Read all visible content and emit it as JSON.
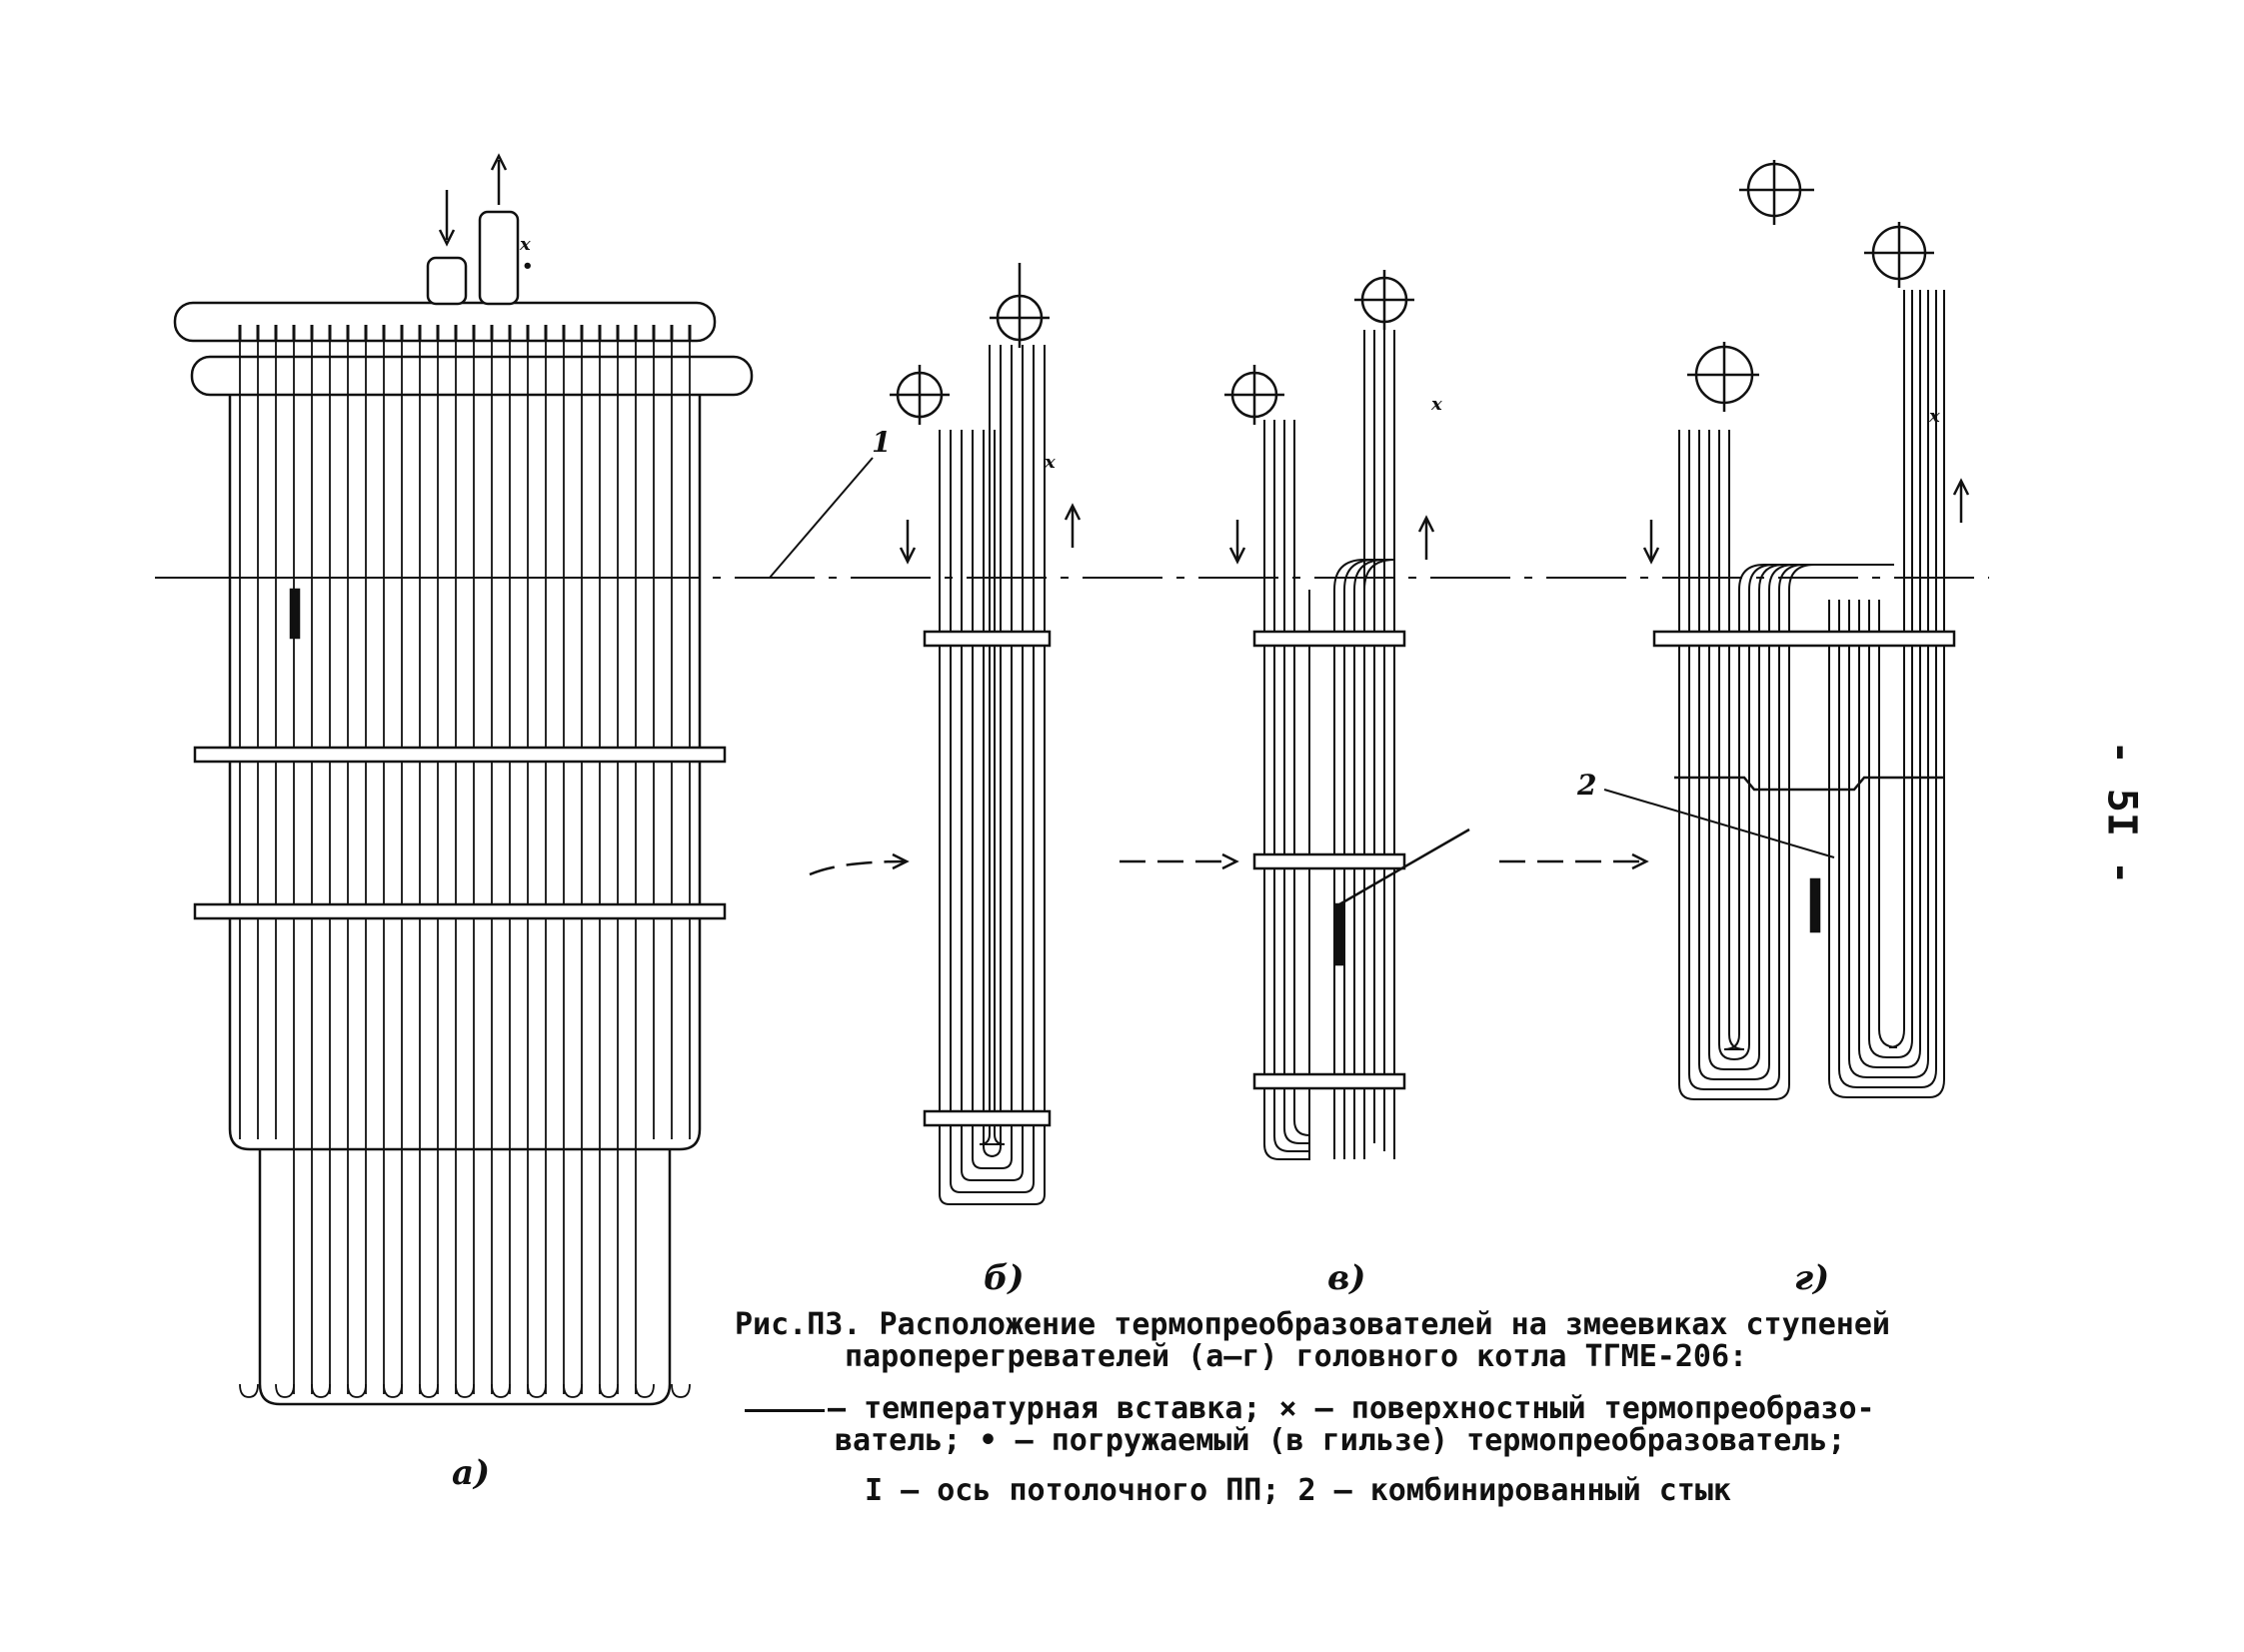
{
  "figure": {
    "panel_labels": [
      "а)",
      "б)",
      "в)",
      "г)"
    ],
    "callout_1": "1",
    "callout_2": "2",
    "sensor_mark_surface": "x",
    "sensor_mark_immersed": "•"
  },
  "caption": {
    "line1": "Рис.П3. Расположение термопреобразователей на змеевиках ступеней",
    "line2": "пароперегревателей (а–г) головного котла ТГМЕ-206:",
    "line3": "– температурная вставка;   × – поверхностный термопреобразо-",
    "line4": "ватель;   • – погружаемый (в гильзе) термопреобразователь;",
    "line5": "I – ось потолочного ПП; 2 – комбинированный стык"
  },
  "page_number": "- 5I -"
}
